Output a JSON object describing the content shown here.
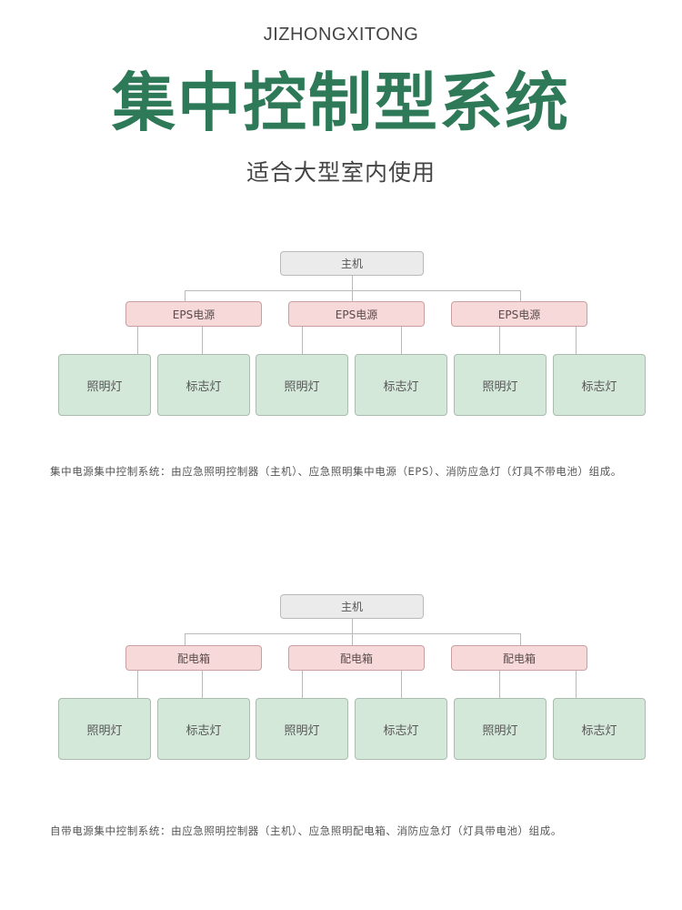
{
  "header": {
    "subtitle_en": "JIZHONGXITONG",
    "title": "集中控制型系统",
    "tagline": "适合大型室内使用"
  },
  "colors": {
    "title_green": "#2e7a58",
    "host_fill": "#ebebeb",
    "mid_fill": "#f7d9da",
    "leaf_fill": "#d4e8da",
    "line": "#b9b9b9"
  },
  "diagrams": [
    {
      "host": "主机",
      "mids": [
        "EPS电源",
        "EPS电源",
        "EPS电源"
      ],
      "leaves": [
        "照明灯",
        "标志灯",
        "照明灯",
        "标志灯",
        "照明灯",
        "标志灯"
      ],
      "description": "集中电源集中控制系统：由应急照明控制器（主机）、应急照明集中电源（EPS）、消防应急灯（灯具不带电池）组成。"
    },
    {
      "host": "主机",
      "mids": [
        "配电箱",
        "配电箱",
        "配电箱"
      ],
      "leaves": [
        "照明灯",
        "标志灯",
        "照明灯",
        "标志灯",
        "照明灯",
        "标志灯"
      ],
      "description": "自带电源集中控制系统：由应急照明控制器（主机）、应急照明配电箱、消防应急灯（灯具带电池）组成。"
    }
  ]
}
